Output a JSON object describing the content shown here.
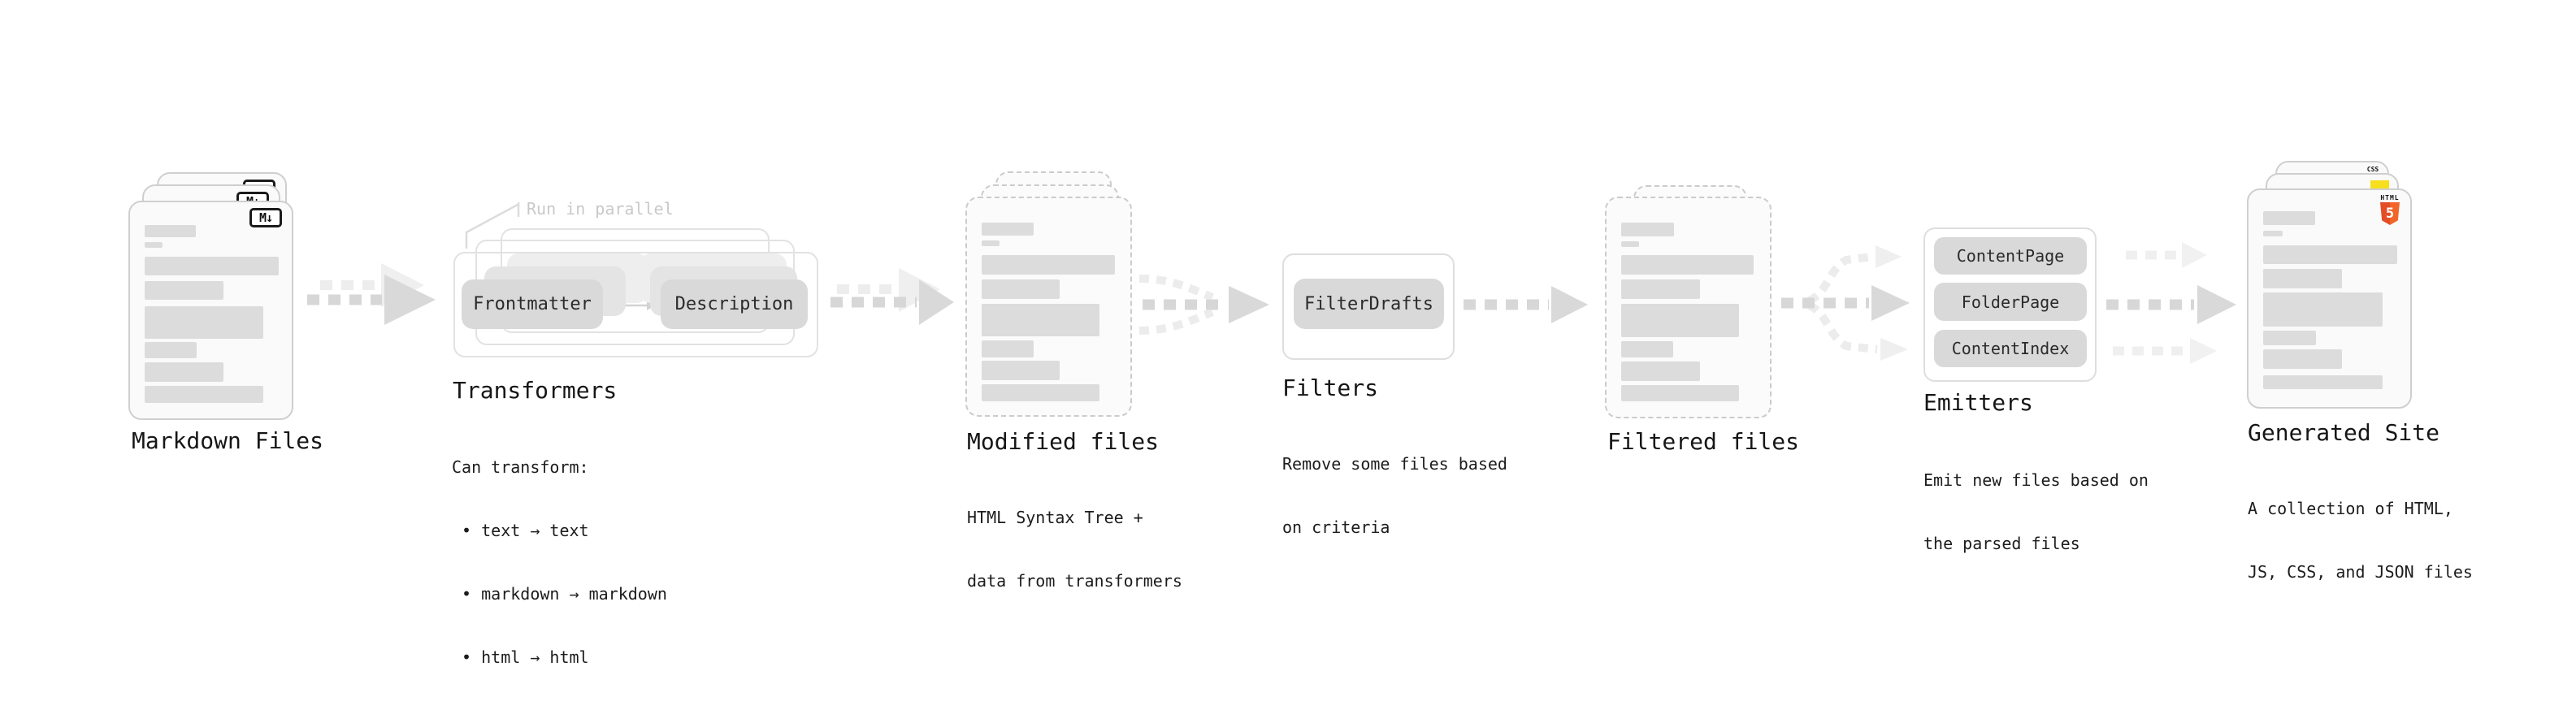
{
  "palette": {
    "html5_orange": "#e44d26",
    "html5_orange_light": "#f16529",
    "js_yellow": "#f7df1e",
    "css_blue": "#2b66e8",
    "arrow_dark": "#d7d7d7",
    "arrow_faint": "#ededed",
    "annotation_gray": "#c9c9c9",
    "text_dark": "#161616"
  },
  "sections": {
    "markdown_files": {
      "label": "Markdown Files",
      "badge": "M↓"
    },
    "transformers": {
      "label": "Transformers",
      "annotation": "Run in parallel",
      "pills": [
        "Frontmatter",
        "Description"
      ],
      "description_lines": [
        "Can transform:",
        " • text → text",
        " • markdown → markdown",
        " • html → html"
      ]
    },
    "modified_files": {
      "label": "Modified files",
      "description_lines": [
        "HTML Syntax Tree +",
        "data from transformers"
      ]
    },
    "filters": {
      "label": "Filters",
      "pills": [
        "FilterDrafts"
      ],
      "description_lines": [
        "Remove some files based",
        "on criteria"
      ]
    },
    "filtered_files": {
      "label": "Filtered files"
    },
    "emitters": {
      "label": "Emitters",
      "pills": [
        "ContentPage",
        "FolderPage",
        "ContentIndex"
      ],
      "description_lines": [
        "Emit new files based on",
        "the parsed files"
      ]
    },
    "generated_site": {
      "label": "Generated Site",
      "css_badge": "CSS",
      "html_logo_text": "HTML",
      "html_logo_number": "5",
      "description_lines": [
        "A collection of HTML,",
        "JS, CSS, and JSON files"
      ]
    }
  }
}
